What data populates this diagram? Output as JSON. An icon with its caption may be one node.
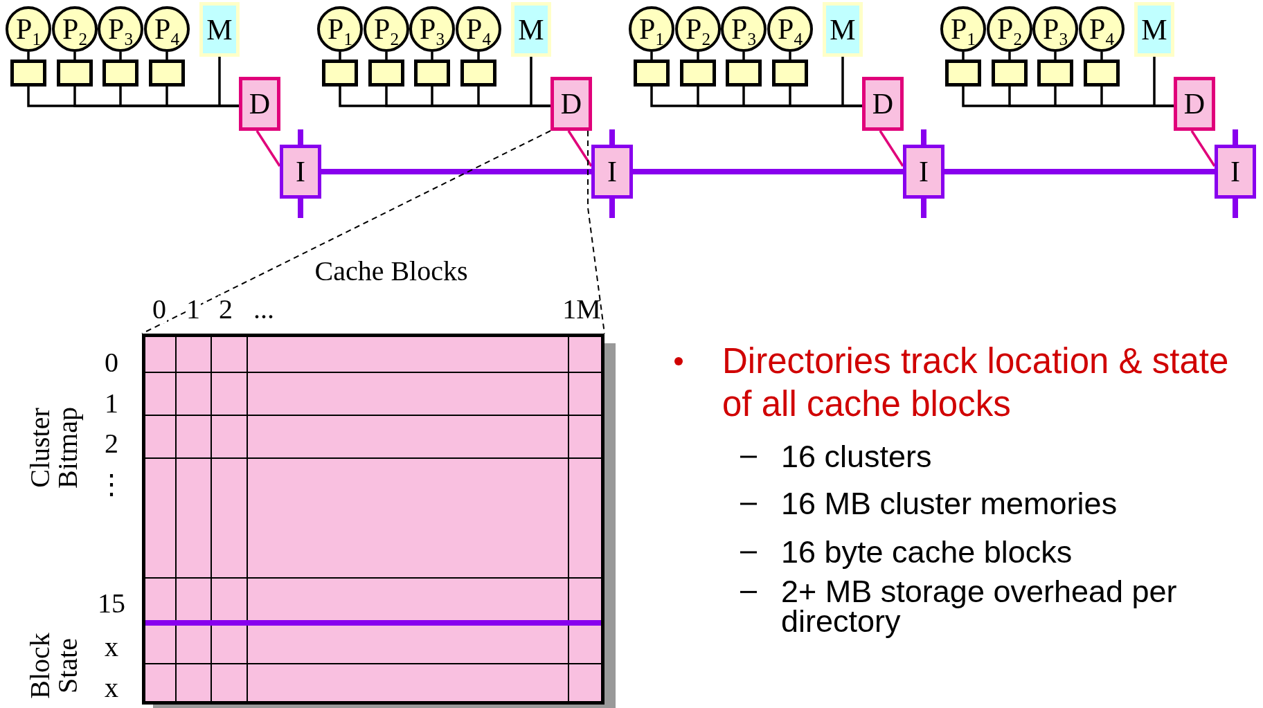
{
  "diagram": {
    "nodes": [
      {
        "text": [
          "P$_{1}$"
        ]
      },
      {
        "text": [
          "P$_{2}$"
        ]
      },
      {
        "text": [
          "P$_{3}$"
        ]
      },
      {
        "text": [
          "P$_{4}$"
        ]
      },
      {
        "text": [
          "M"
        ]
      },
      {
        "text": [],
        "shape": "box"
      },
      {
        "text": [],
        "shape": "box"
      },
      {
        "text": [],
        "shape": "box"
      },
      {
        "text": [],
        "shape": "box"
      },
      {
        "text": [
          "D"
        ]
      },
      {
        "text": [
          "I"
        ]
      },
      {
        "text": [
          "P$_{1}$"
        ]
      },
      {
        "text": [
          "P$_{2}$"
        ]
      },
      {
        "text": [
          "P$_{3}$"
        ]
      },
      {
        "text": [
          "P$_{4}$"
        ]
      },
      {
        "text": [
          "M"
        ]
      },
      {
        "text": [],
        "shape": "box"
      },
      {
        "text": [],
        "shape": "box"
      },
      {
        "text": [],
        "shape": "box"
      },
      {
        "text": [],
        "shape": "box"
      },
      {
        "text": [
          "D"
        ]
      },
      {
        "text": [
          "I"
        ]
      },
      {
        "text": [
          "P$_{1}$"
        ]
      },
      {
        "text": [
          "P$_{2}$"
        ]
      },
      {
        "text": [
          "P$_{3}$"
        ]
      },
      {
        "text": [
          "P$_{4}$"
        ]
      },
      {
        "text": [
          "M"
        ]
      },
      {
        "text": [],
        "shape": "box"
      },
      {
        "text": [],
        "shape": "box"
      },
      {
        "text": [],
        "shape": "box"
      },
      {
        "text": [],
        "shape": "box"
      },
      {
        "text": [
          "D"
        ]
      },
      {
        "text": [
          "I"
        ]
      },
      {
        "text": [
          "P$_{1}$"
        ]
      },
      {
        "text": [
          "P$_{2}$"
        ]
      },
      {
        "text": [
          "P$_{3}$"
        ]
      },
      {
        "text": [
          "P$_{4}$"
        ]
      },
      {
        "text": [
          "M"
        ]
      },
      {
        "text": [],
        "shape": "box"
      },
      {
        "text": [],
        "shape": "box"
      },
      {
        "text": [],
        "shape": "box"
      },
      {
        "text": [],
        "shape": "box"
      },
      {
        "text": [
          "D"
        ]
      },
      {
        "text": [
          "I"
        ]
      },
      {
        "text": [],
        "shape": "box"
      }
    ],
    "edges": [
      {
        "from": 0,
        "to": 5,
        "arrow": "none"
      },
      {
        "from": 1,
        "to": 6,
        "arrow": "none"
      },
      {
        "from": 2,
        "to": 7,
        "arrow": "none"
      },
      {
        "from": 3,
        "to": 8,
        "arrow": "none"
      },
      {
        "from": 5,
        "to": 9,
        "arrow": "none"
      },
      {
        "from": 6,
        "to": 9,
        "arrow": "none"
      },
      {
        "from": 7,
        "to": 9,
        "arrow": "none"
      },
      {
        "from": 8,
        "to": 9,
        "arrow": "none"
      },
      {
        "from": 4,
        "to": 9,
        "arrow": "none"
      },
      {
        "from": 9,
        "to": 10,
        "arrow": "none",
        "color": "#e0007a"
      },
      {
        "from": 11,
        "to": 16,
        "arrow": "none"
      },
      {
        "from": 12,
        "to": 17,
        "arrow": "none"
      },
      {
        "from": 13,
        "to": 18,
        "arrow": "none"
      },
      {
        "from": 14,
        "to": 19,
        "arrow": "none"
      },
      {
        "from": 16,
        "to": 20,
        "arrow": "none"
      },
      {
        "from": 17,
        "to": 20,
        "arrow": "none"
      },
      {
        "from": 18,
        "to": 20,
        "arrow": "none"
      },
      {
        "from": 19,
        "to": 20,
        "arrow": "none"
      },
      {
        "from": 15,
        "to": 20,
        "arrow": "none"
      },
      {
        "from": 20,
        "to": 21,
        "arrow": "none",
        "color": "#e0007a"
      },
      {
        "from": 22,
        "to": 27,
        "arrow": "none"
      },
      {
        "from": 23,
        "to": 28,
        "arrow": "none"
      },
      {
        "from": 24,
        "to": 29,
        "arrow": "none"
      },
      {
        "from": 25,
        "to": 30,
        "arrow": "none"
      },
      {
        "from": 27,
        "to": 31,
        "arrow": "none"
      },
      {
        "from": 28,
        "to": 31,
        "arrow": "none"
      },
      {
        "from": 29,
        "to": 31,
        "arrow": "none"
      },
      {
        "from": 30,
        "to": 31,
        "arrow": "none"
      },
      {
        "from": 26,
        "to": 31,
        "arrow": "none"
      },
      {
        "from": 31,
        "to": 32,
        "arrow": "none",
        "color": "#e0007a"
      },
      {
        "from": 33,
        "to": 38,
        "arrow": "none"
      },
      {
        "from": 34,
        "to": 39,
        "arrow": "none"
      },
      {
        "from": 35,
        "to": 40,
        "arrow": "none"
      },
      {
        "from": 36,
        "to": 41,
        "arrow": "none"
      },
      {
        "from": 38,
        "to": 42,
        "arrow": "none"
      },
      {
        "from": 39,
        "to": 42,
        "arrow": "none"
      },
      {
        "from": 40,
        "to": 42,
        "arrow": "none"
      },
      {
        "from": 41,
        "to": 42,
        "arrow": "none"
      },
      {
        "from": 37,
        "to": 42,
        "arrow": "none"
      },
      {
        "from": 42,
        "to": 43,
        "arrow": "none",
        "color": "#e0007a"
      },
      {
        "from": 10,
        "to": 21,
        "arrow": "none",
        "style": "thick",
        "color": "#8800ee"
      },
      {
        "from": 21,
        "to": 32,
        "arrow": "none",
        "style": "thick",
        "color": "#8800ee"
      },
      {
        "from": 32,
        "to": 43,
        "arrow": "none",
        "style": "thick",
        "color": "#8800ee"
      },
      {
        "from": 20,
        "to": 44,
        "arrow": "none",
        "style": "dashed"
      },
      {
        "from": 20,
        "to": 44,
        "arrow": "none",
        "style": "dashed"
      }
    ],
    "labels": [
      "Cache Blocks",
      "0",
      "1",
      "2",
      "...",
      "1M",
      "Cluster Bitmap",
      "0",
      "1",
      "2",
      "⋮",
      "15",
      "Block State",
      "x",
      "x",
      "Directories track location & state of all cache blocks",
      "16 clusters",
      "16 MB cluster memories",
      "16 byte cache blocks",
      "2+ MB storage overhead per directory"
    ]
  }
}
